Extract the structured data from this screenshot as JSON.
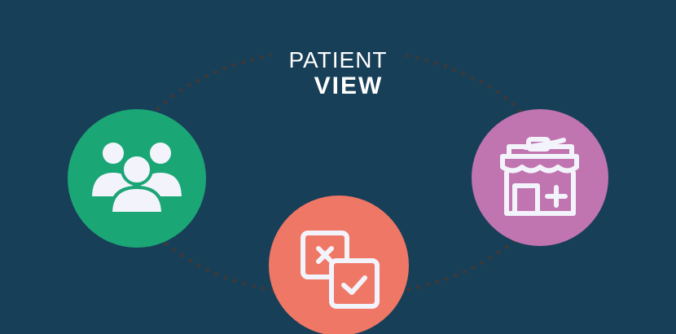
{
  "logo": {
    "line1": "PATIENT",
    "line2": "VIEW"
  },
  "nodes": [
    {
      "id": "patient-view",
      "color": "#183f58",
      "icon": "patient-view-logo"
    },
    {
      "id": "patients",
      "color": "#1ba676",
      "icon": "people-group-icon"
    },
    {
      "id": "pharmacy",
      "color": "#c075b0",
      "icon": "pharmacy-store-icon"
    },
    {
      "id": "decision",
      "color": "#ef7766",
      "icon": "checkbox-decision-icon"
    }
  ],
  "colors": {
    "frame": "#183f58",
    "background": "#f3f3fb",
    "connector": "#3a3a3a",
    "icon_fill": "#f3f3fb"
  }
}
